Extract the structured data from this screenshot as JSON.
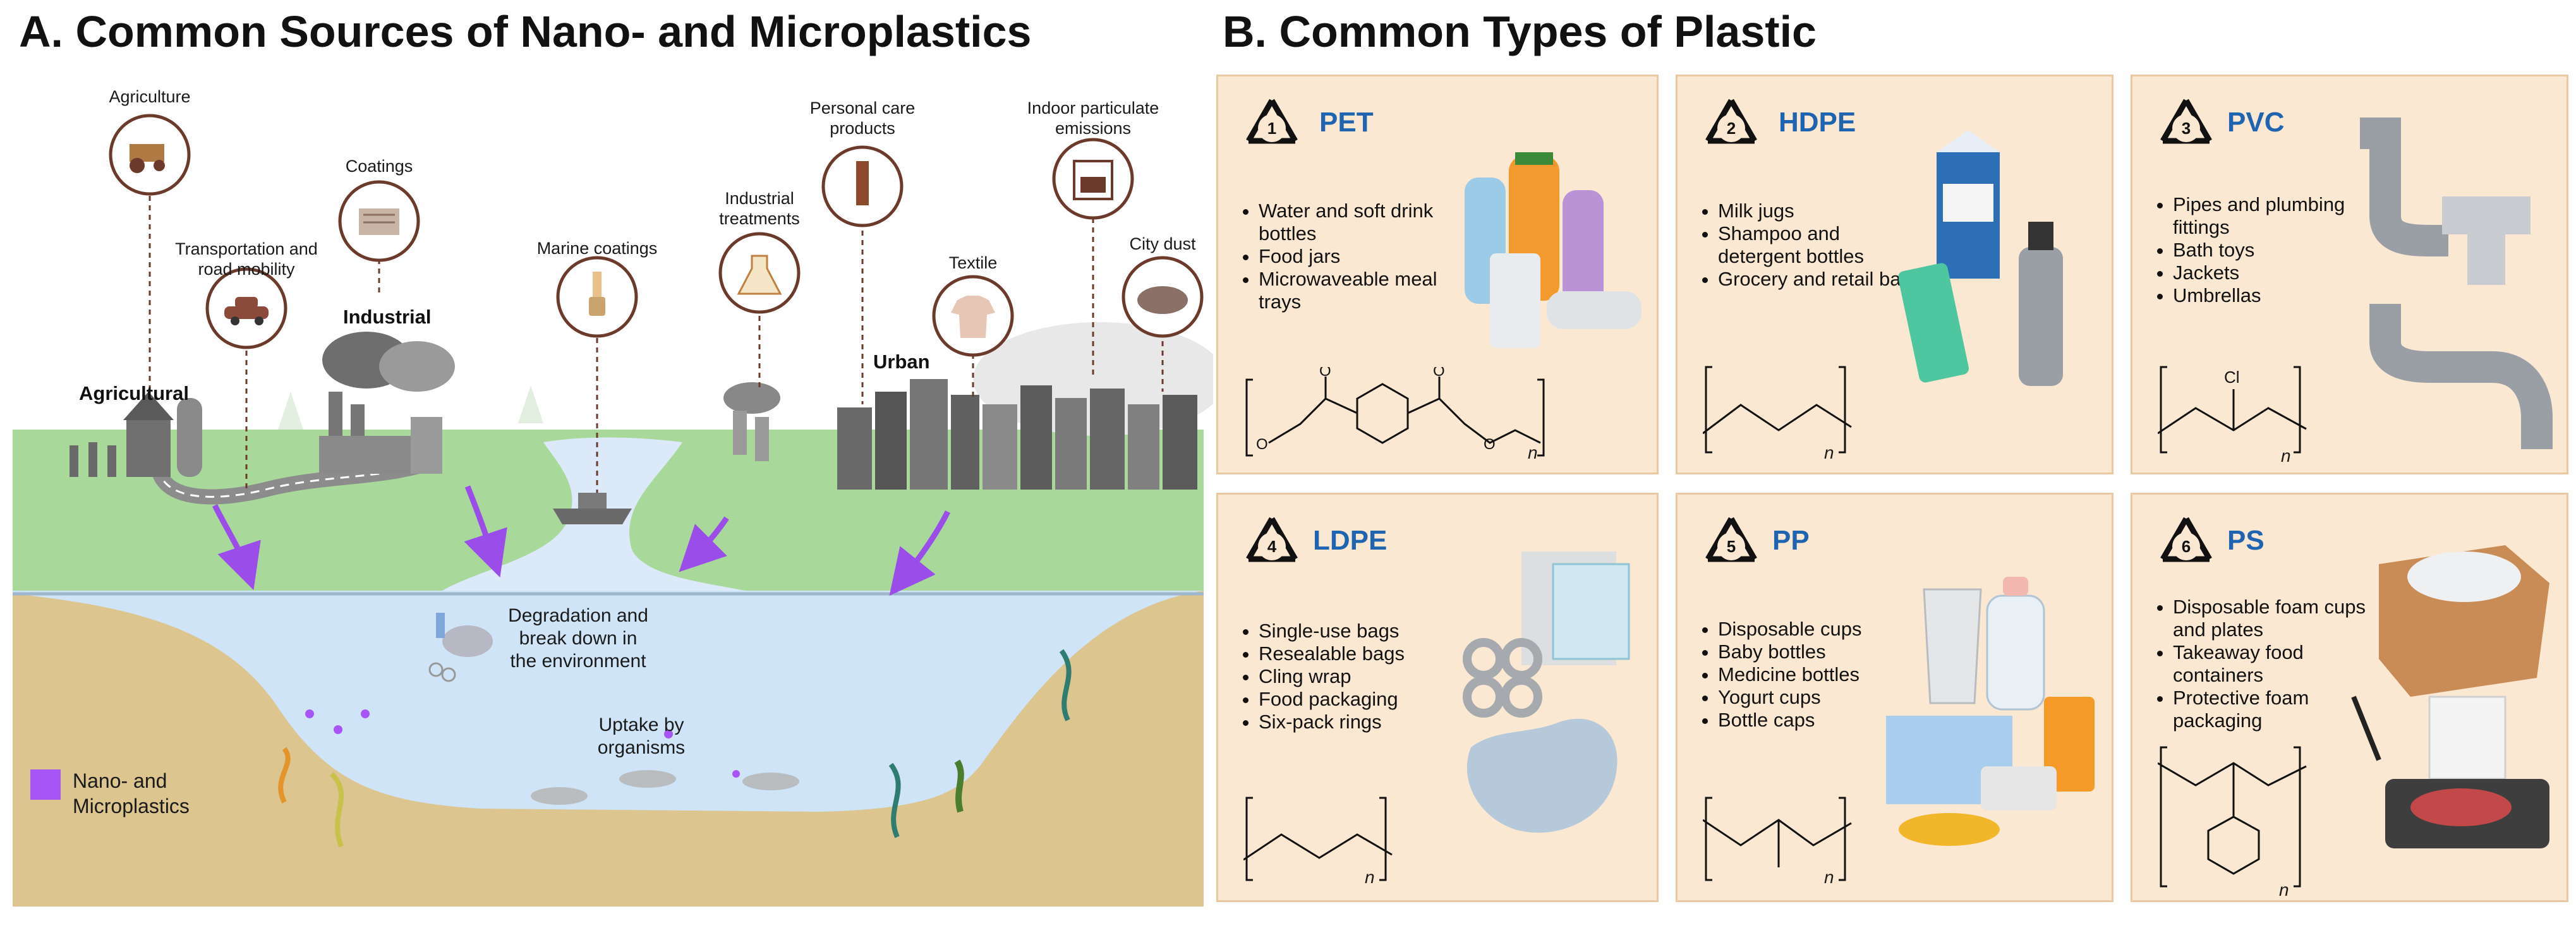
{
  "panel_a": {
    "title": "A. Common Sources of Nano- and Microplastics",
    "sources": {
      "agriculture": "Agriculture",
      "transportation": "Transportation and road mobility",
      "coatings": "Coatings",
      "marine_coatings": "Marine coatings",
      "industrial_treatments": "Industrial treatments",
      "personal_care": "Personal care products",
      "indoor": "Indoor particulate emissions",
      "textile": "Textile",
      "city_dust": "City dust"
    },
    "zones": {
      "agricultural": "Agricultural",
      "industrial": "Industrial",
      "urban": "Urban"
    },
    "water_labels": {
      "degradation": "Degradation and break down in the environment",
      "uptake": "Uptake by organisms"
    },
    "legend": {
      "label": "Nano- and Microplastics",
      "color": "#a855f7"
    },
    "colors": {
      "source_circle": "#6b3a2a",
      "land": "#a8d99a",
      "water": "#cfe4f7",
      "sediment": "#dcc58f",
      "arrow": "#9b4dea"
    }
  },
  "panel_b": {
    "title": "B. Common Types of Plastic",
    "card_color": "#fbe8d2",
    "code_color": "#1f64b0",
    "types": [
      {
        "number": "1",
        "code": "PET",
        "uses": [
          "Water and soft drink bottles",
          "Food jars",
          "Microwaveable meal trays"
        ],
        "subscript": "n",
        "atoms": [
          "O",
          "O",
          "O",
          "O"
        ]
      },
      {
        "number": "2",
        "code": "HDPE",
        "uses": [
          "Milk jugs",
          "Shampoo and detergent bottles",
          "Grocery and retail bags"
        ],
        "subscript": "n"
      },
      {
        "number": "3",
        "code": "PVC",
        "uses": [
          "Pipes and plumbing fittings",
          "Bath toys",
          "Jackets",
          "Umbrellas"
        ],
        "subscript": "n",
        "atoms": [
          "Cl"
        ]
      },
      {
        "number": "4",
        "code": "LDPE",
        "uses": [
          "Single-use bags",
          "Resealable bags",
          "Cling wrap",
          "Food packaging",
          "Six-pack rings"
        ],
        "subscript": "n"
      },
      {
        "number": "5",
        "code": "PP",
        "uses": [
          "Disposable cups",
          "Baby bottles",
          "Medicine bottles",
          "Yogurt cups",
          "Bottle caps"
        ],
        "subscript": "n"
      },
      {
        "number": "6",
        "code": "PS",
        "uses": [
          "Disposable foam cups and plates",
          "Takeaway food containers",
          "Protective foam packaging"
        ],
        "subscript": "n"
      }
    ]
  }
}
